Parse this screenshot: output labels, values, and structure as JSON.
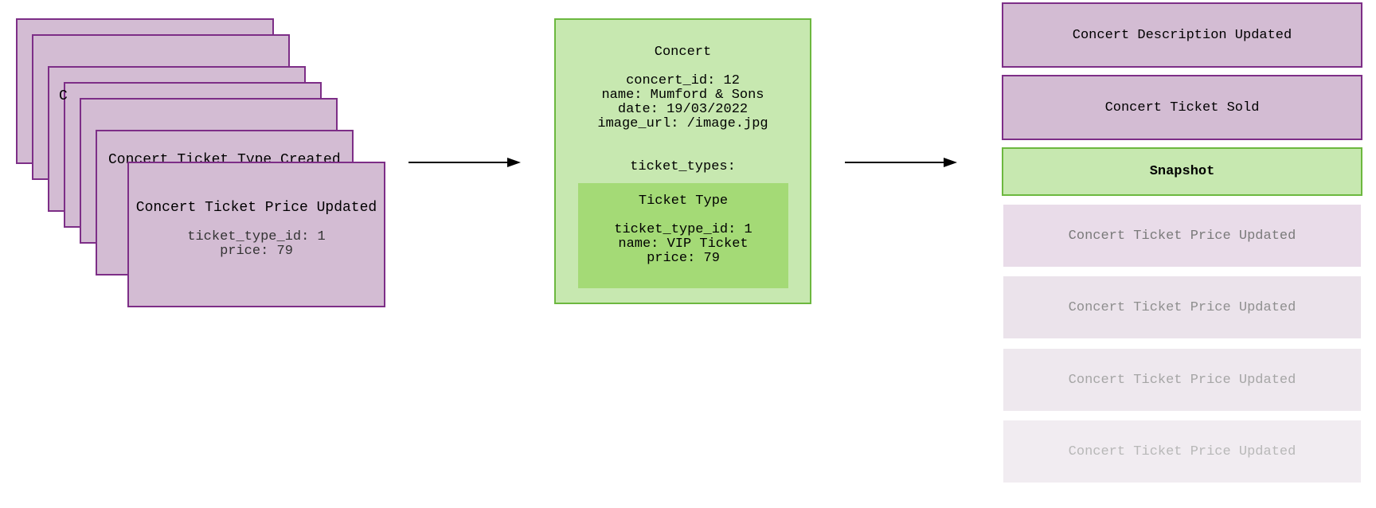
{
  "stack": {
    "hidden_card_initial": "C",
    "ticket_type_created_label": "Concert Ticket Type Created",
    "front_card": {
      "title": "Concert Ticket Price Updated",
      "line1": "ticket_type_id: 1",
      "line2": "price: 79"
    }
  },
  "concert": {
    "title": "Concert",
    "concert_id": "concert_id: 12",
    "name": "name: Mumford & Sons",
    "date": "date: 19/03/2022",
    "image_url": "image_url: /image.jpg",
    "ticket_types_label": "ticket_types:",
    "ticket_type": {
      "title": "Ticket Type",
      "ticket_type_id": "ticket_type_id: 1",
      "name": "name: VIP Ticket",
      "price": "price: 79"
    }
  },
  "events": [
    "Concert Description Updated",
    "Concert Ticket Sold",
    "Snapshot",
    "Concert Ticket Price Updated",
    "Concert Ticket Price Updated",
    "Concert Ticket Price Updated",
    "Concert Ticket Price Updated"
  ],
  "colors": {
    "event_purple": "#d3bcd3",
    "event_border": "#7d2e87",
    "aggregate_green": "#c7e8b0",
    "aggregate_border": "#6cb83f",
    "ticket_type_green": "#a4da76"
  }
}
